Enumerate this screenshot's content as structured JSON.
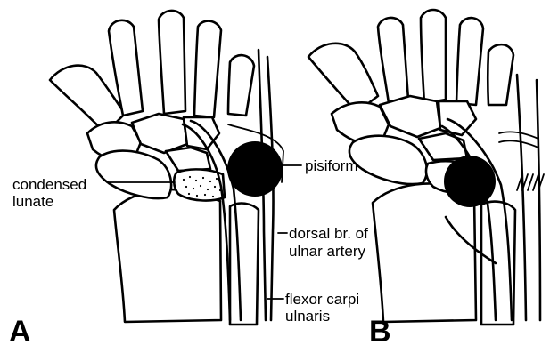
{
  "figure": {
    "panels": [
      {
        "letter": "A"
      },
      {
        "letter": "B"
      }
    ],
    "labels": {
      "condensed_lunate": [
        "condensed",
        "lunate"
      ],
      "pisiform": "pisiform",
      "dorsal_branch": [
        "dorsal br. of",
        "ulnar artery"
      ],
      "flexor": [
        "flexor carpi",
        "ulnaris"
      ]
    },
    "colors": {
      "ink": "#000000",
      "background": "#ffffff"
    }
  }
}
